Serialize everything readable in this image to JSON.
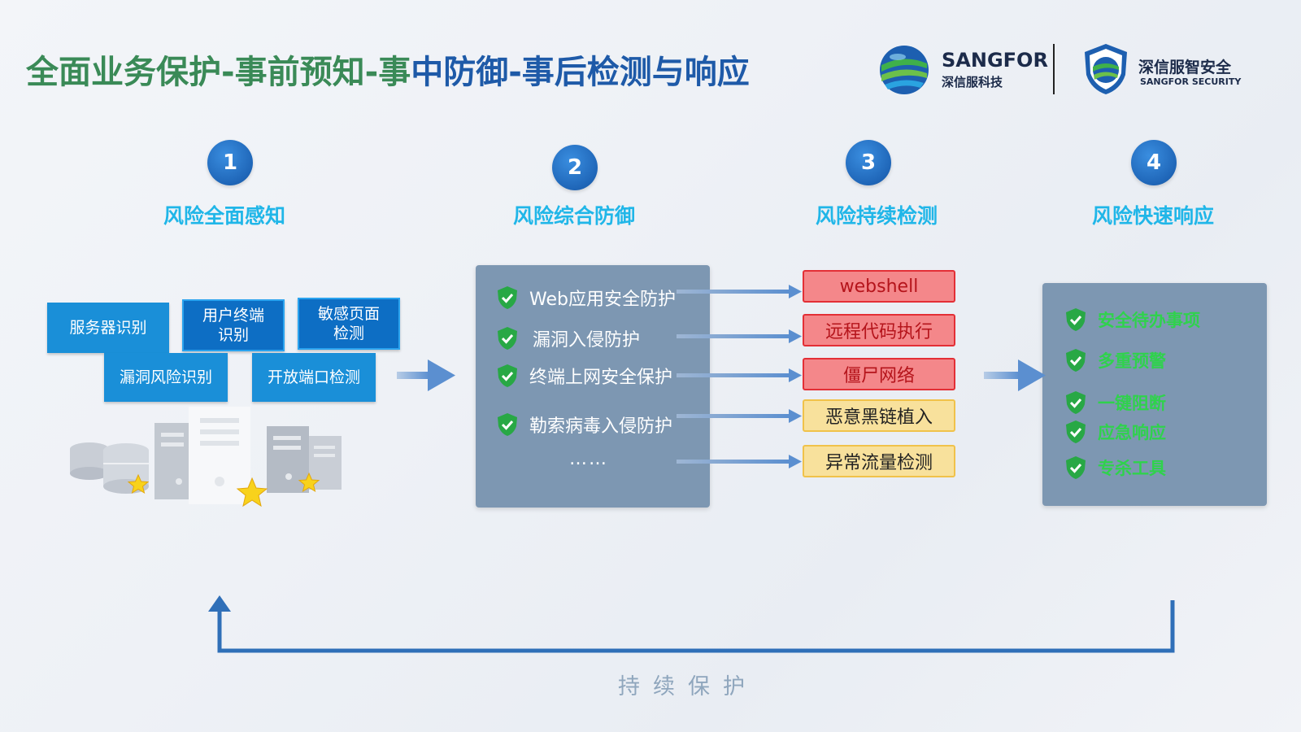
{
  "title": {
    "part1": "全面业务保护-事前预知-事",
    "part2": "中防御-事后检测与响应"
  },
  "logos": {
    "sangfor_en": "SANGFOR",
    "sangfor_cn": "深信服科技",
    "security_cn": "深信服智安全",
    "security_en": "SANGFOR SECURITY"
  },
  "steps": [
    {
      "number": "1",
      "label": "风险全面感知"
    },
    {
      "number": "2",
      "label": "风险综合防御"
    },
    {
      "number": "3",
      "label": "风险持续检测"
    },
    {
      "number": "4",
      "label": "风险快速响应"
    }
  ],
  "perception_tags": [
    "服务器识别",
    "用户终端\n识别",
    "敏感页面\n检测",
    "漏洞风险识别",
    "开放端口检测"
  ],
  "defense_items": [
    "Web应用安全防护",
    "漏洞入侵防护",
    "终端上网安全保护",
    "勒索病毒入侵防护"
  ],
  "defense_ellipsis": "……",
  "detection_items": [
    {
      "label": "webshell",
      "level": "red"
    },
    {
      "label": "远程代码执行",
      "level": "red"
    },
    {
      "label": "僵尸网络",
      "level": "red"
    },
    {
      "label": "恶意黑链植入",
      "level": "yellow"
    },
    {
      "label": "异常流量检测",
      "level": "yellow"
    }
  ],
  "response_items": [
    "安全待办事项",
    "多重预警",
    "一键阻断",
    "应急响应",
    "专杀工具"
  ],
  "footer": "持续保护",
  "colors": {
    "title_green": "#3a8a57",
    "title_blue": "#1e5aa8",
    "step_label": "#20b6e8",
    "panel": "#7d97b2",
    "tag_blue": "#1a8fd8",
    "threat_red": "#f4878a",
    "threat_yellow": "#f8e19c",
    "response_green": "#2fd24c",
    "arrow": "#5b8fd0",
    "loop_line": "#2f6fb8"
  }
}
